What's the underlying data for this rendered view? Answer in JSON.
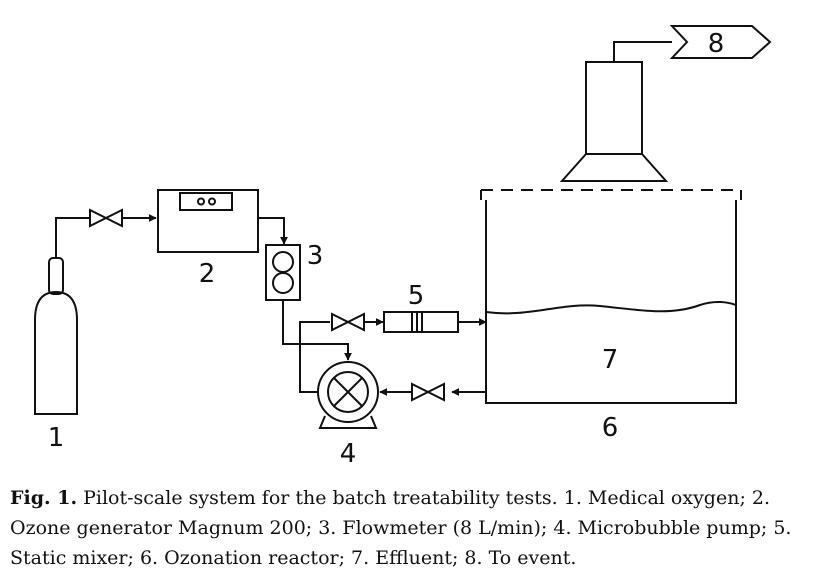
{
  "labels": {
    "cylinder": "1",
    "ozone_generator": "2",
    "flowmeter": "3",
    "pump": "4",
    "static_mixer": "5",
    "reactor": "6",
    "effluent": "7",
    "vent": "8"
  },
  "caption": {
    "prefix": "Fig. 1.",
    "text": " Pilot-scale system for the batch treatability tests. 1. Medical oxygen; 2. Ozone generator Magnum 200; 3. Flowmeter (8 L/min); 4. Microbubble pump; 5. Static mixer; 6. Ozonation reactor; 7. Effluent; 8. To event."
  }
}
